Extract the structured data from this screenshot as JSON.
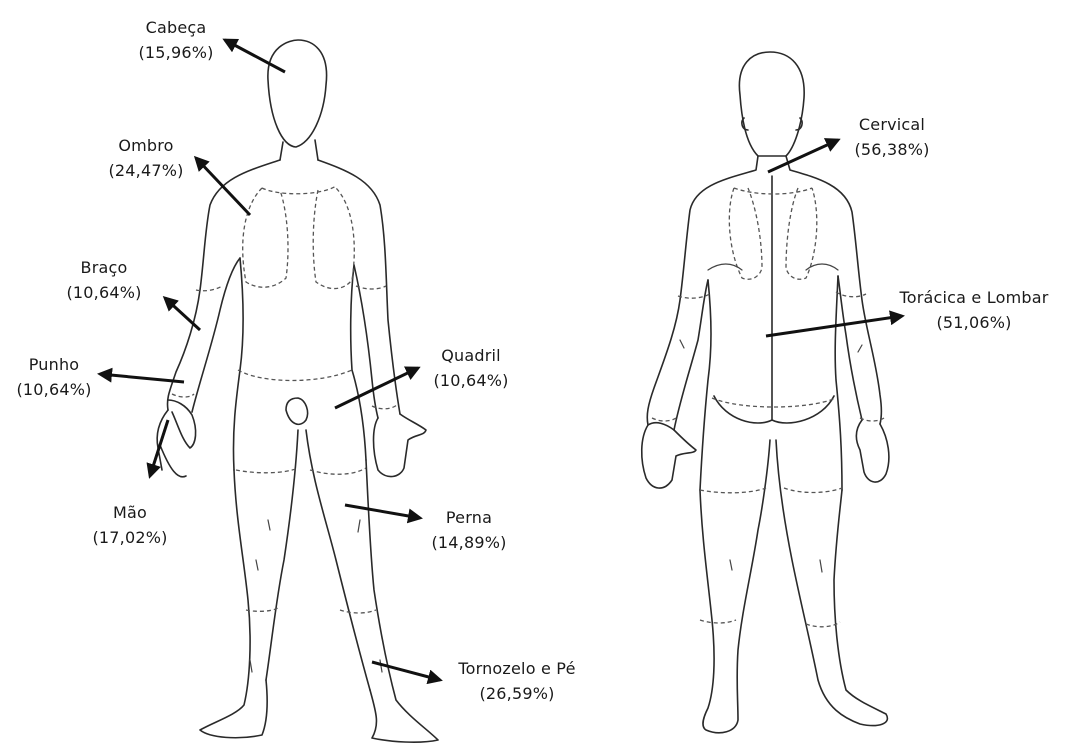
{
  "colors": {
    "line": "#2a2a2a",
    "dashed_region": "#555555",
    "arrow": "#111111",
    "text": "#1a1a1a",
    "background": "#ffffff"
  },
  "front_labels": [
    {
      "id": "cabeca",
      "name": "Cabeça",
      "value": "(15,96%)"
    },
    {
      "id": "ombro",
      "name": "Ombro",
      "value": "(24,47%)"
    },
    {
      "id": "braco",
      "name": "Braço",
      "value": "(10,64%)"
    },
    {
      "id": "punho",
      "name": "Punho",
      "value": "(10,64%)"
    },
    {
      "id": "mao",
      "name": "Mão",
      "value": "(17,02%)"
    },
    {
      "id": "quadril",
      "name": "Quadril",
      "value": "(10,64%)"
    },
    {
      "id": "perna",
      "name": "Perna",
      "value": "(14,89%)"
    },
    {
      "id": "tornozelo",
      "name": "Tornozelo e Pé",
      "value": "(26,59%)"
    }
  ],
  "back_labels": [
    {
      "id": "cervical",
      "name": "Cervical",
      "value": "(56,38%)"
    },
    {
      "id": "toracica",
      "name": "Torácica e Lombar",
      "value": "(51,06%)"
    }
  ]
}
